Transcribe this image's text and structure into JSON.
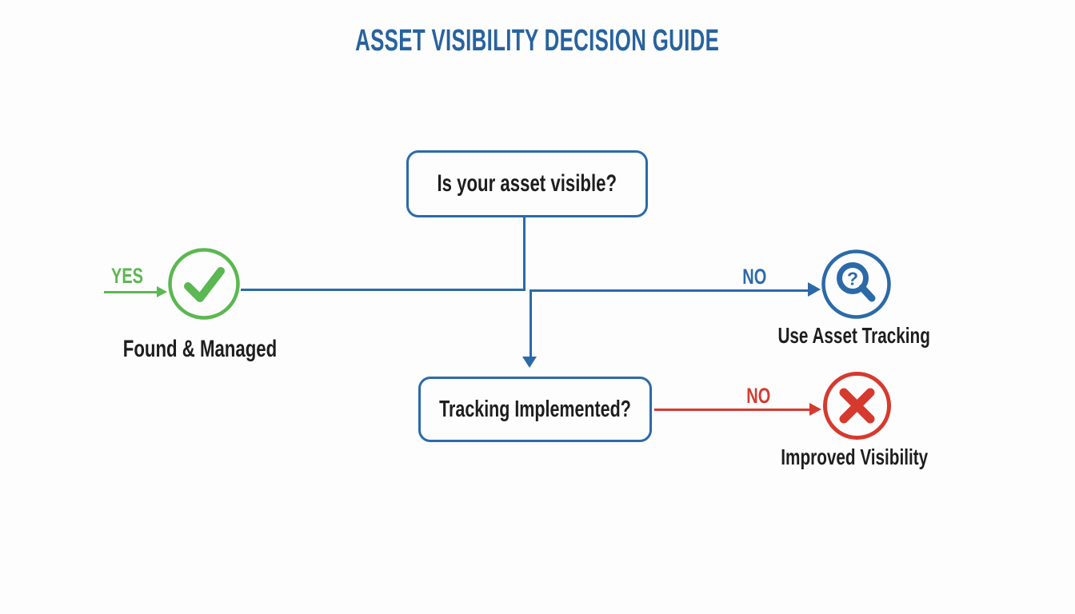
{
  "title": "ASSET VISIBILITY DECISION GUIDE",
  "colors": {
    "blue": "#2b6aa9",
    "title_blue": "#27639e",
    "green": "#5bb751",
    "red": "#d63a2f",
    "text": "#1e1e1e",
    "bg": "#fdfdfd"
  },
  "flow": {
    "question1": {
      "label": "Is your asset visible?"
    },
    "question2": {
      "label": "Tracking Implemented?"
    },
    "yes_branch": {
      "label": "YES"
    },
    "no_branch_right": {
      "label": "NO"
    },
    "no_branch_bottom": {
      "label": "NO"
    },
    "outcome_yes": {
      "label": "Found & Managed",
      "icon": "check-circle-icon"
    },
    "outcome_no": {
      "label": "Use Asset Tracking",
      "icon": "search-question-circle-icon"
    },
    "outcome_not_implemented": {
      "label": "Improved Visibility",
      "icon": "x-circle-icon"
    },
    "magnifier_glyph": "?"
  }
}
